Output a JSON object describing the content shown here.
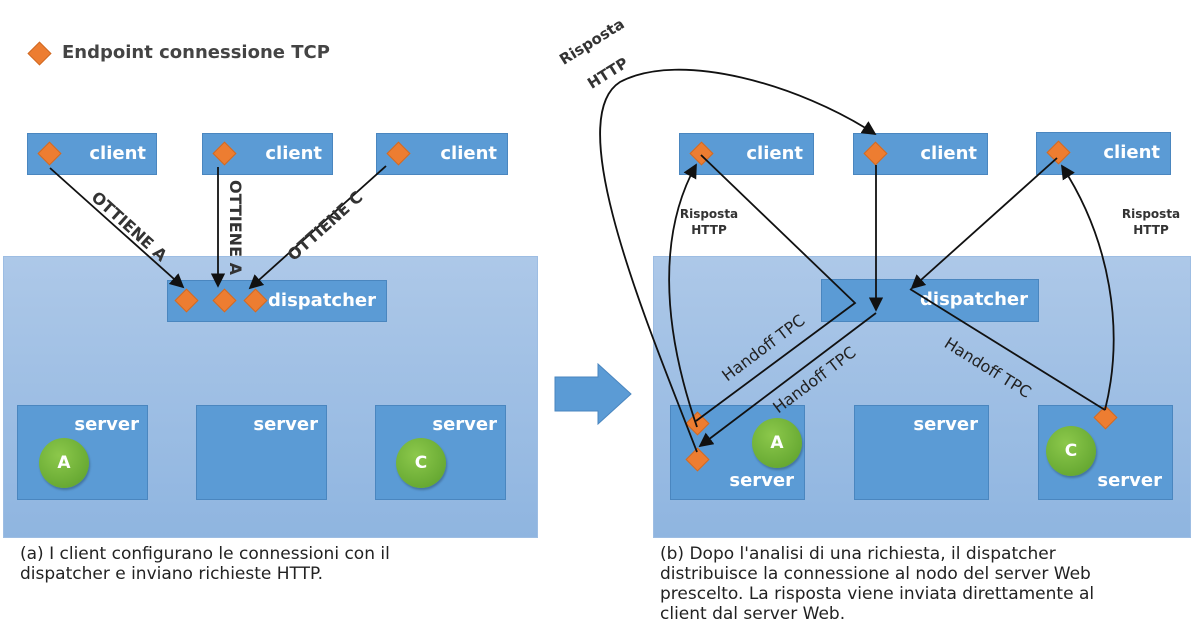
{
  "legend": {
    "icon": "orange-diamond",
    "label": "Endpoint connessione TCP"
  },
  "left": {
    "clients": [
      "client",
      "client",
      "client"
    ],
    "arrow_labels": [
      "OTTIENE A",
      "OTTIENE A",
      "OTTIENE C"
    ],
    "dispatcher": "dispatcher",
    "servers": [
      {
        "label": "server",
        "ball": "A"
      },
      {
        "label": "server",
        "ball": ""
      },
      {
        "label": "server",
        "ball": "C"
      }
    ],
    "caption": "(a) I client configurano le connessioni con il dispatcher e inviano richieste HTTP."
  },
  "transition_arrow": "right-arrow",
  "right": {
    "clients": [
      "client",
      "client",
      "client"
    ],
    "dispatcher": "dispatcher",
    "servers": [
      {
        "label": "server",
        "ball": "A"
      },
      {
        "label": "server",
        "ball": ""
      },
      {
        "label": "server",
        "ball": "C"
      }
    ],
    "labels": {
      "response_top": "Risposta HTTP",
      "response_top_line1": "Risposta",
      "response_top_line2": "HTTP",
      "response_left_line1": "Risposta",
      "response_left_line2": "HTTP",
      "response_right_line1": "Risposta",
      "response_right_line2": "HTTP",
      "handoff_1": "Handoff TPC",
      "handoff_2": "Handoff TPC",
      "handoff_3": "Handoff TPC"
    },
    "caption": "(b) Dopo l'analisi di una richiesta, il dispatcher distribuisce la connessione al nodo del server Web prescelto. La risposta viene inviata direttamente al client dal server Web."
  },
  "colors": {
    "box": "#5b9bd5",
    "panel": "#a4c2e6",
    "endpoint": "#ed7d31",
    "ball": "#70b73a"
  }
}
